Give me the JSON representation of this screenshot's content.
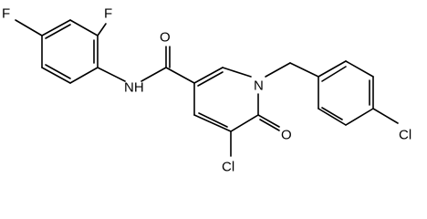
{
  "molecule": {
    "atom_labels": {
      "f_top": "F",
      "f_left": "F",
      "nh": "NH",
      "o_amide": "O",
      "n_ring": "N",
      "o_ring": "O",
      "cl_ring": "Cl",
      "cl_benzyl": "Cl"
    }
  }
}
